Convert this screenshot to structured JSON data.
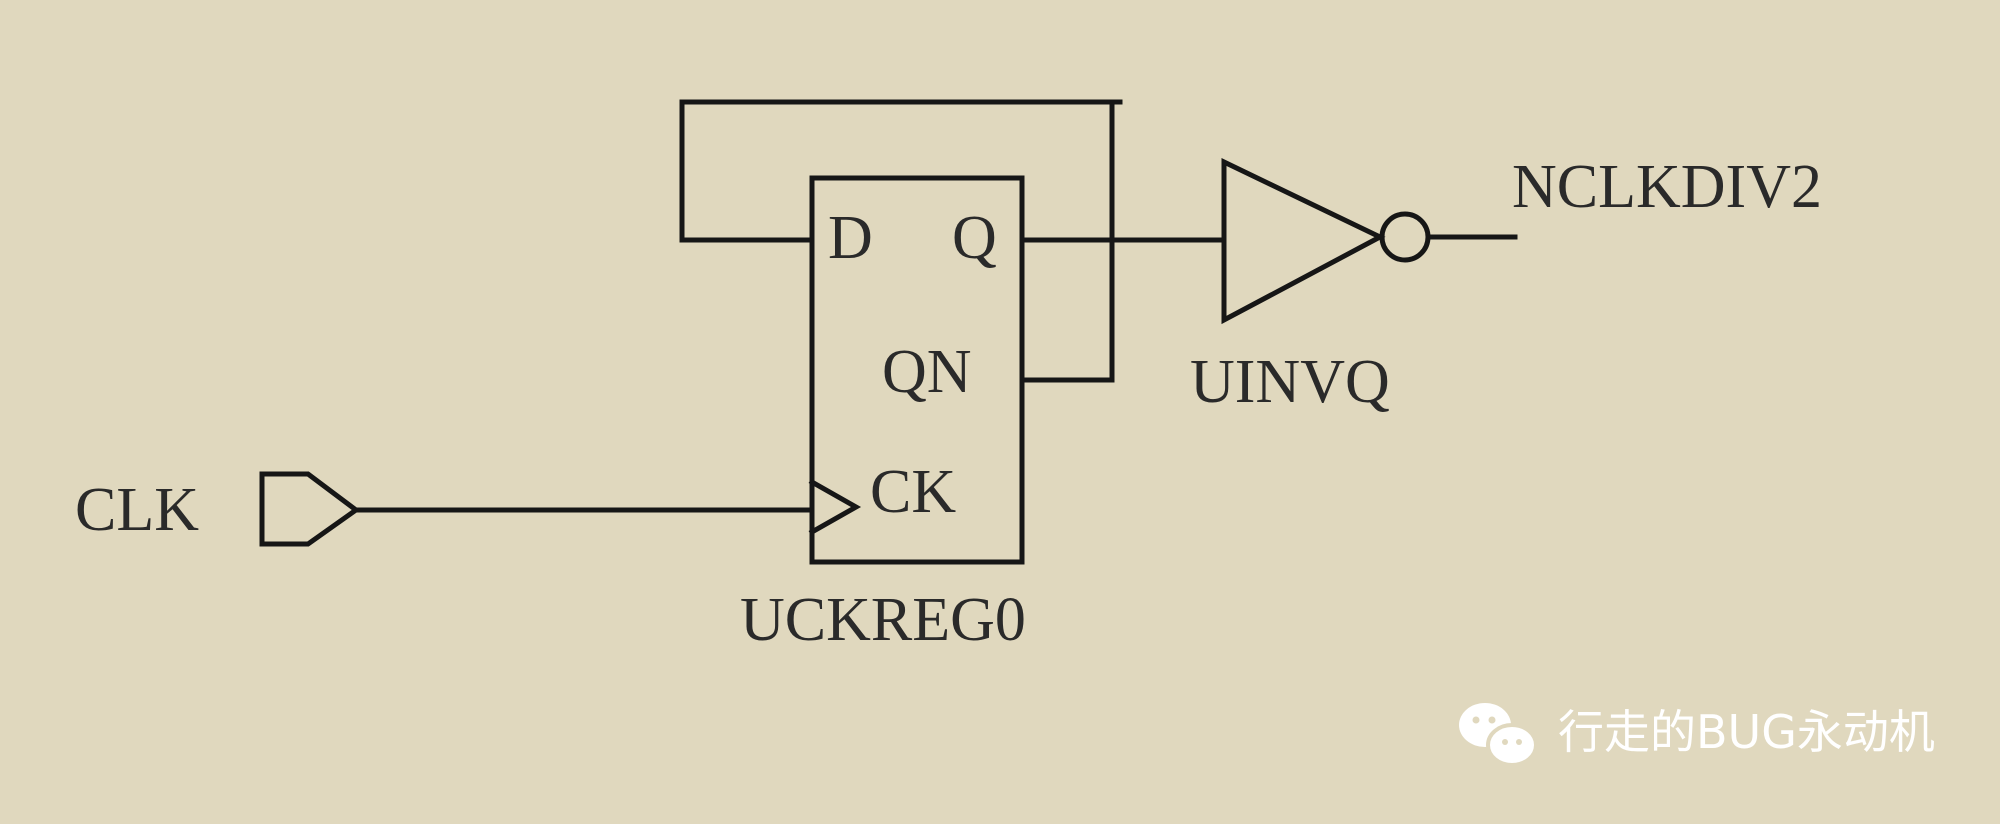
{
  "background_color": "#e0d8be",
  "line_color": "#161616",
  "text_color": "#2a2a2a",
  "input_port": {
    "label": "CLK"
  },
  "register": {
    "instance": "UCKREG0",
    "pins": {
      "d": "D",
      "q": "Q",
      "qn": "QN",
      "ck": "CK"
    }
  },
  "inverter": {
    "instance": "UINVQ"
  },
  "output_net": {
    "label": "NCLKDIV2"
  },
  "watermark": {
    "icon": "wechat-icon",
    "text": "行走的BUG永动机"
  }
}
